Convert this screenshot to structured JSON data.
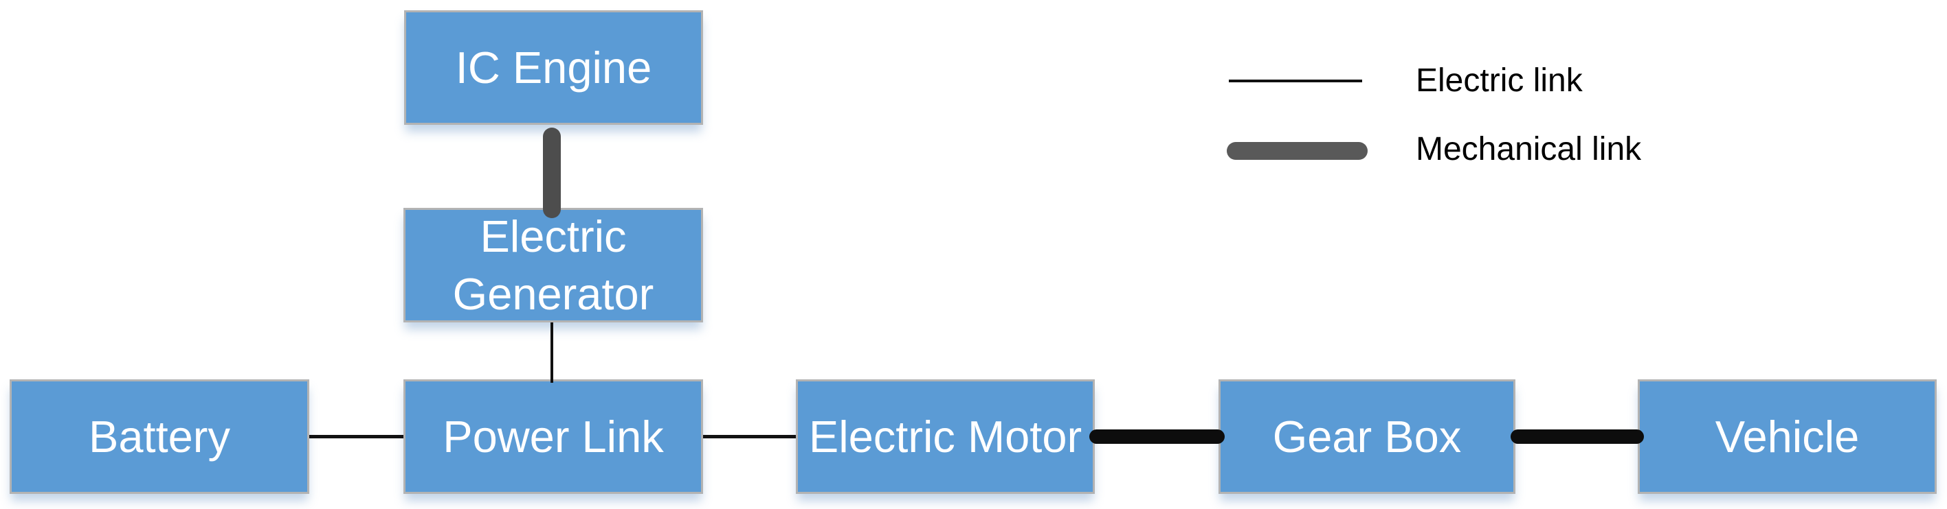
{
  "diagram": {
    "nodes": [
      {
        "id": "ic-engine",
        "label": "IC Engine"
      },
      {
        "id": "electric-generator",
        "label": "Electric Generator"
      },
      {
        "id": "battery",
        "label": "Battery"
      },
      {
        "id": "power-link",
        "label": "Power Link"
      },
      {
        "id": "electric-motor",
        "label": "Electric Motor"
      },
      {
        "id": "gear-box",
        "label": "Gear Box"
      },
      {
        "id": "vehicle",
        "label": "Vehicle"
      }
    ],
    "links": [
      {
        "from": "IC Engine",
        "to": "Electric Generator",
        "type": "mechanical"
      },
      {
        "from": "Electric Generator",
        "to": "Power Link",
        "type": "electric"
      },
      {
        "from": "Battery",
        "to": "Power Link",
        "type": "electric"
      },
      {
        "from": "Power Link",
        "to": "Electric Motor",
        "type": "electric"
      },
      {
        "from": "Electric Motor",
        "to": "Gear Box",
        "type": "mechanical"
      },
      {
        "from": "Gear Box",
        "to": "Vehicle",
        "type": "mechanical"
      }
    ]
  },
  "legend": {
    "electric_label": "Electric link",
    "mechanical_label": "Mechanical link"
  },
  "colors": {
    "box_fill": "#5b9bd5",
    "box_border": "#b3b3b3",
    "box_text": "#ffffff",
    "electric_link": "#111111",
    "mechanical_link_engine": "#4d4d4d",
    "mechanical_link_drive": "#0d0d0d",
    "legend_mechanical": "#595959",
    "background": "#ffffff"
  }
}
